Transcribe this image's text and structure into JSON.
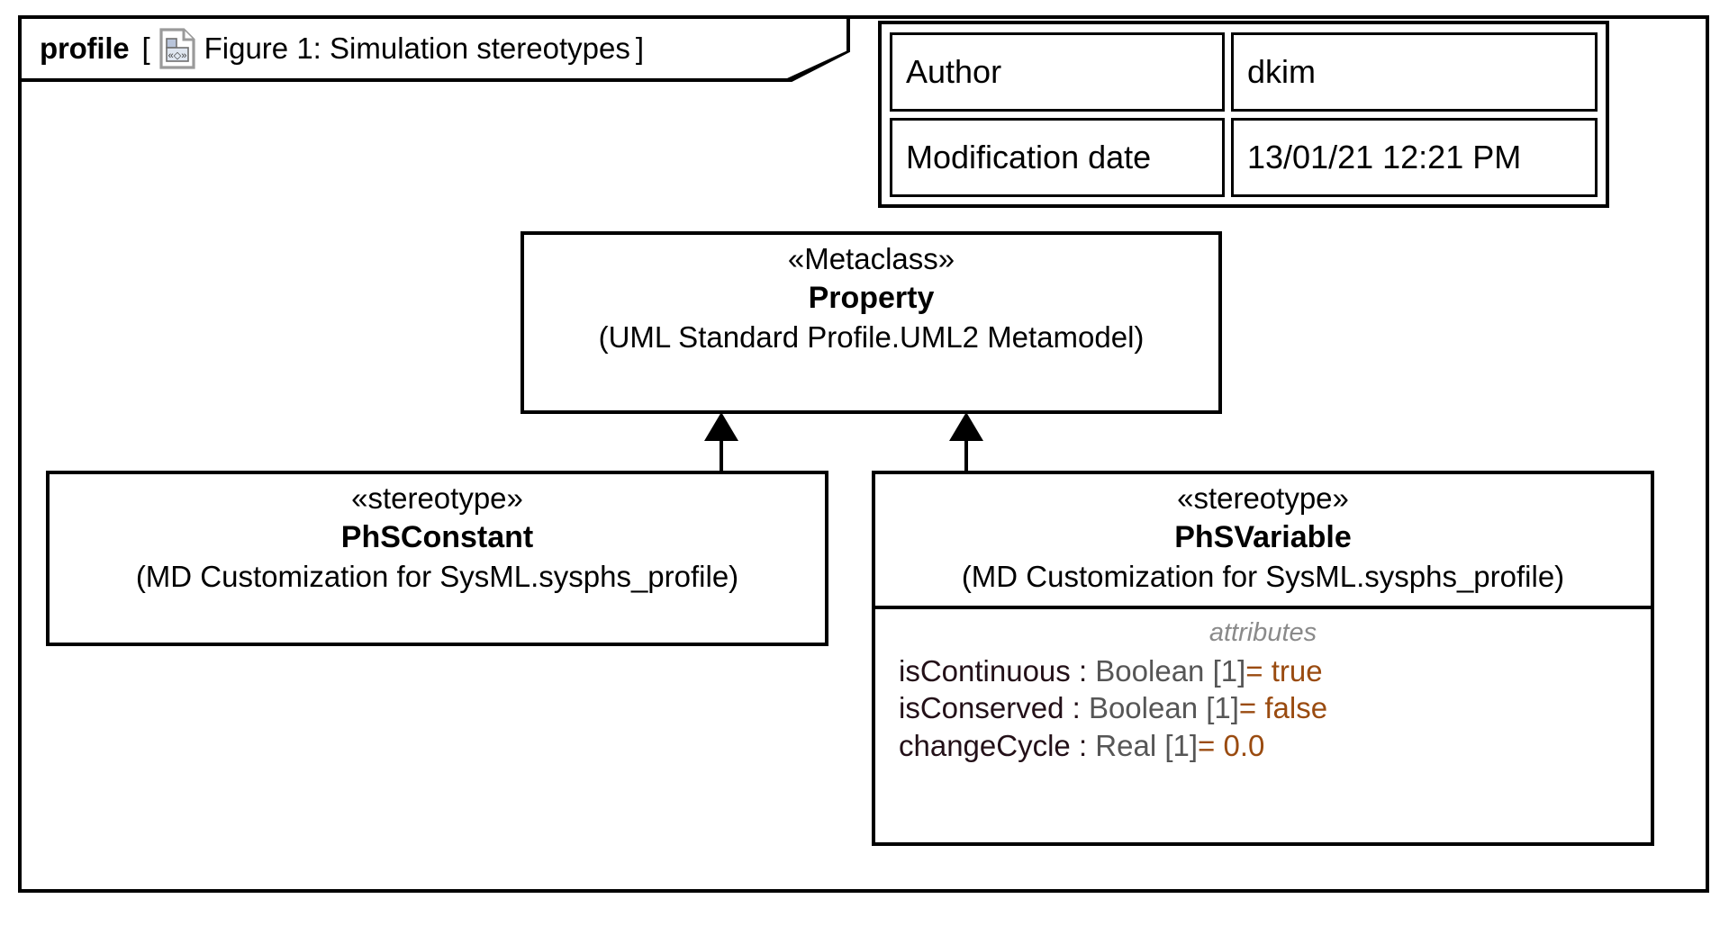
{
  "frame": {
    "kind_label": "profile",
    "open_bracket": "[",
    "close_bracket": "]",
    "icon": "profile-diagram-icon",
    "title": "Figure 1: Simulation stereotypes"
  },
  "meta_table": {
    "rows": [
      {
        "key": "Author",
        "value": "dkim"
      },
      {
        "key": "Modification date",
        "value": "13/01/21 12:21 PM"
      }
    ]
  },
  "classes": {
    "metaclass": {
      "stereotype": "«Metaclass»",
      "name": "Property",
      "qualified_name": "(UML Standard Profile.UML2 Metamodel)"
    },
    "phsconstant": {
      "stereotype": "«stereotype»",
      "name": "PhSConstant",
      "qualified_name": "(MD Customization for SysML.sysphs_profile)"
    },
    "phsvariable": {
      "stereotype": "«stereotype»",
      "name": "PhSVariable",
      "qualified_name": "(MD Customization for SysML.sysphs_profile)",
      "attributes_label": "attributes",
      "attributes": [
        {
          "name": "isContinuous",
          "colon": ":",
          "type": "Boolean",
          "multiplicity": "[1]",
          "equals": "=",
          "value": "true"
        },
        {
          "name": "isConserved",
          "colon": ":",
          "type": "Boolean",
          "multiplicity": "[1]",
          "equals": "=",
          "value": "false"
        },
        {
          "name": "changeCycle",
          "colon": ":",
          "type": "Real",
          "multiplicity": "[1]",
          "equals": "=",
          "value": "0.0"
        }
      ]
    }
  },
  "relationships": {
    "generalization_left": "generalization-phsconstant-to-property",
    "generalization_right": "generalization-phsvariable-to-property"
  },
  "colors": {
    "border": "#000000",
    "background": "#ffffff",
    "attribute_type": "#565656",
    "attribute_value": "#9a4b10",
    "attributes_label": "#8a8a8a"
  }
}
